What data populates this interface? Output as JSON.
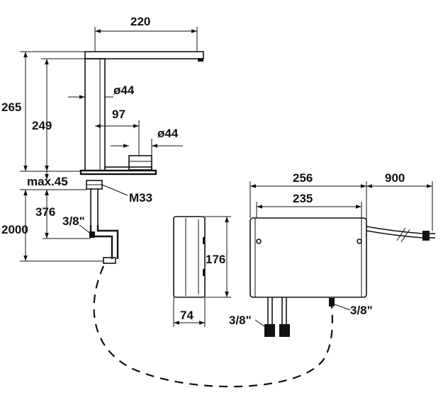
{
  "dimensions": {
    "faucet_reach": "220",
    "faucet_height_total": "265",
    "faucet_height_spout": "249",
    "spout_diameter": "ø44",
    "lever_offset": "97",
    "lever_diameter": "ø44",
    "deck_thickness": "max.45",
    "thread": "M33",
    "hose_length_short": "376",
    "hose_length_long": "2000",
    "faucet_connection": "3/8\"",
    "heater_width_outer": "256",
    "heater_width_inner": "235",
    "cable_length": "900",
    "heater_height": "176",
    "heater_depth": "74",
    "heater_inlet": "3/8\"",
    "heater_outlet": "3/8\""
  }
}
